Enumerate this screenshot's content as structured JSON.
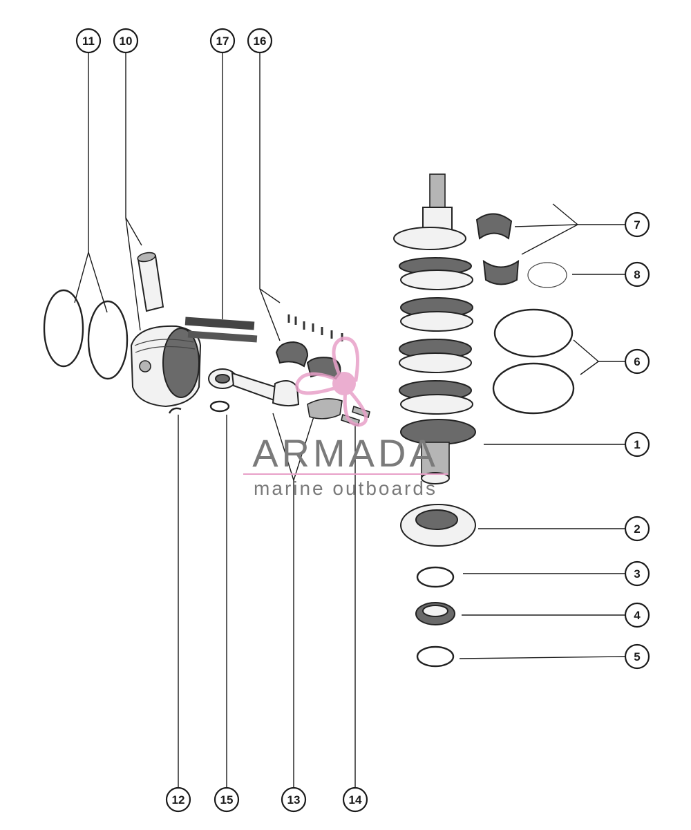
{
  "callouts": [
    {
      "id": "11",
      "label": "11"
    },
    {
      "id": "10",
      "label": "10"
    },
    {
      "id": "17",
      "label": "17"
    },
    {
      "id": "16",
      "label": "16"
    },
    {
      "id": "7",
      "label": "7"
    },
    {
      "id": "8",
      "label": "8"
    },
    {
      "id": "6",
      "label": "6"
    },
    {
      "id": "1",
      "label": "1"
    },
    {
      "id": "2",
      "label": "2"
    },
    {
      "id": "3",
      "label": "3"
    },
    {
      "id": "4",
      "label": "4"
    },
    {
      "id": "5",
      "label": "5"
    },
    {
      "id": "12",
      "label": "12"
    },
    {
      "id": "15",
      "label": "15"
    },
    {
      "id": "13",
      "label": "13"
    },
    {
      "id": "14",
      "label": "14"
    }
  ],
  "watermark": {
    "brand": "ARMADA",
    "tagline": "marine outboards",
    "colors": {
      "logo": "#e8a0c8",
      "text": "#7a7a7a",
      "line": "#e8a0c8"
    }
  },
  "colors": {
    "ink": "#1a1a1a",
    "background": "#ffffff"
  }
}
